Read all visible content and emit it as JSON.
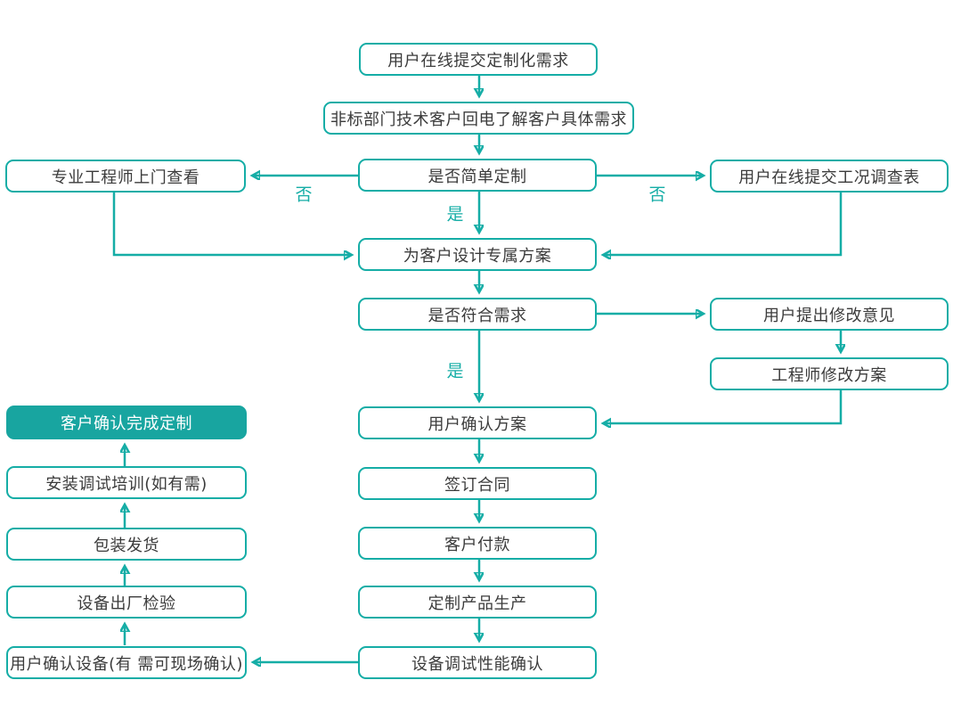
{
  "diagram": {
    "type": "flowchart",
    "nodes": {
      "submit_requirement": "用户在线提交定制化需求",
      "callback": "非标部门技术客户回电了解客户具体需求",
      "engineer_visit": "专业工程师上门查看",
      "simple_check": "是否简单定制",
      "survey_form": "用户在线提交工况调查表",
      "design_plan": "为客户设计专属方案",
      "meets_check": "是否符合需求",
      "feedback": "用户提出修改意见",
      "revise_plan": "工程师修改方案",
      "confirm_plan": "用户确认方案",
      "complete": "客户确认完成定制",
      "training": "安装调试培训(如有需)",
      "sign_contract": "签订合同",
      "packing": "包装发货",
      "payment": "客户付款",
      "factory_inspection": "设备出厂检验",
      "production": "定制产品生产",
      "confirm_device": "用户确认设备(有 需可现场确认)",
      "debug_confirm": "设备调试性能确认"
    },
    "edge_labels": {
      "simple_no_left": "否",
      "simple_no_right": "否",
      "simple_yes": "是",
      "meets_yes": "是"
    },
    "colors": {
      "line": "#15ada6",
      "highlight_node_fill": "#18a5a0",
      "node_border": "#15ada6",
      "node_text": "#3b3b3b",
      "background": "#ffffff"
    }
  }
}
